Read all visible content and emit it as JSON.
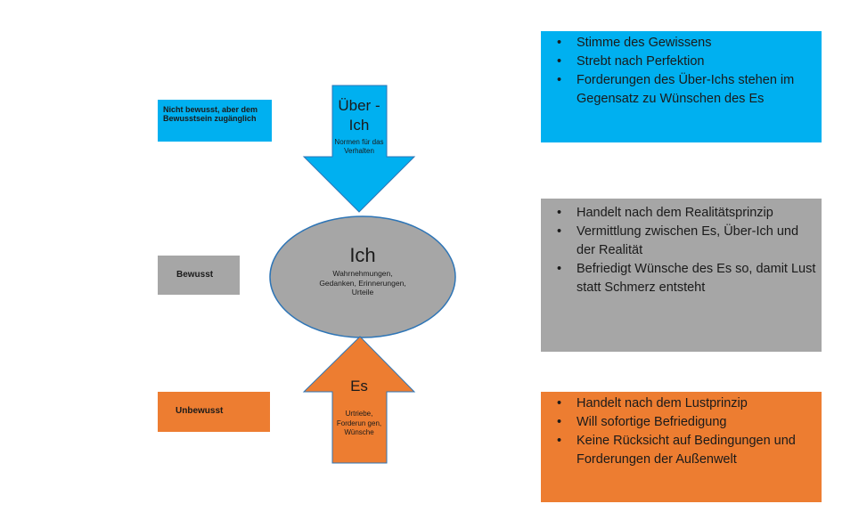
{
  "levels": {
    "top": "Nicht bewusst, aber dem Bewusstsein zugänglich",
    "middle": "Bewusst",
    "bottom": "Unbewusst"
  },
  "ueber_ich": {
    "title": "Über -Ich",
    "subtitle": "Normen für das Verhalten",
    "color": "#00b0f0"
  },
  "ich": {
    "title": "Ich",
    "subtitle": "Wahrnehmungen, Gedanken, Erinnerungen, Urteile",
    "color": "#a6a6a6"
  },
  "es": {
    "title": "Es",
    "subtitle": "Urtriebe, Forderun gen, Wünsche",
    "color": "#ed7d31"
  },
  "info_top": [
    "Stimme des Gewissens",
    "Strebt nach Perfektion",
    "Forderungen des Über-Ichs stehen im Gegensatz zu Wünschen des Es"
  ],
  "info_middle": [
    "Handelt nach dem Realitätsprinzip",
    "Vermittlung zwischen Es, Über-Ich und der Realität",
    "Befriedigt Wünsche des Es so, damit Lust statt Schmerz entsteht"
  ],
  "info_bottom": [
    "Handelt nach dem Lustprinzip",
    "Will sofortige Befriedigung",
    "Keine Rücksicht auf Bedingungen und Forderungen der Außenwelt"
  ]
}
